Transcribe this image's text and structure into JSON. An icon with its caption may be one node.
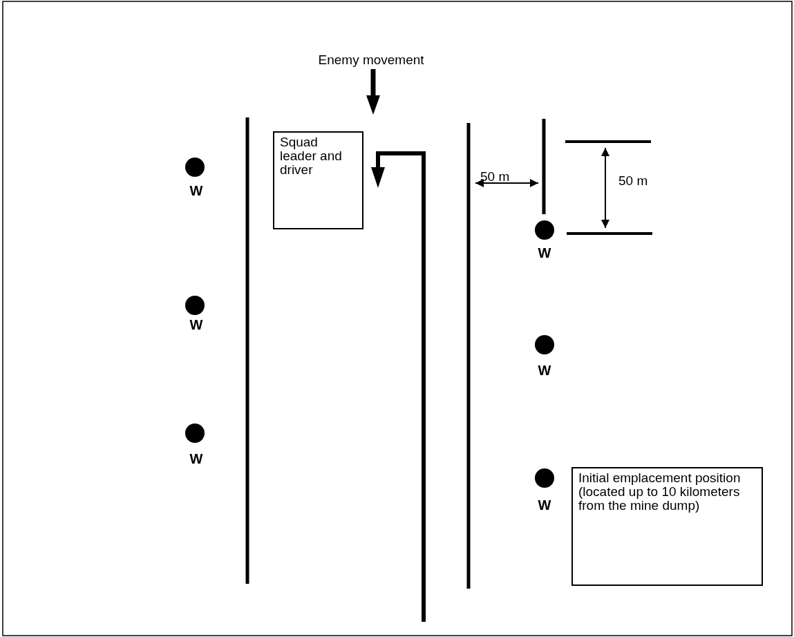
{
  "diagram": {
    "nodes": [
      {
        "text": [
          "Squad leader and driver"
        ]
      },
      {
        "text": [
          "Initial emplacement position (located up to 10 kilometers from the mine dump)"
        ]
      }
    ],
    "labels": [
      "Enemy movement",
      "W",
      "50 m",
      "50 m",
      "W",
      "W",
      "W",
      "W",
      "W"
    ]
  }
}
